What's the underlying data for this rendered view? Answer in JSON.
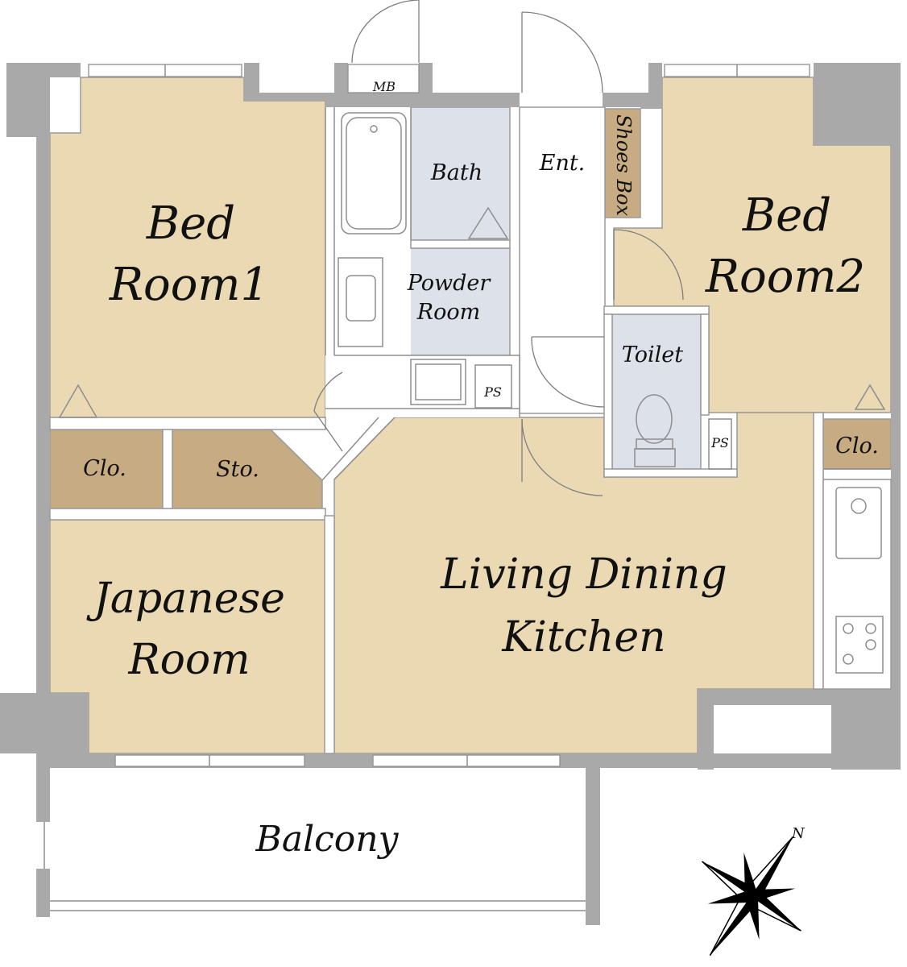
{
  "rooms": {
    "bedroom1": {
      "line1": "Bed",
      "line2": "Room1"
    },
    "bedroom2": {
      "line1": "Bed",
      "line2": "Room2"
    },
    "japanese": {
      "line1": "Japanese",
      "line2": "Room"
    },
    "ldk": {
      "line1": "Living Dining",
      "line2": "Kitchen"
    },
    "bath": "Bath",
    "powder": {
      "line1": "Powder",
      "line2": "Room"
    },
    "entrance": "Ent.",
    "shoes_box": "Shoes Box",
    "toilet": "Toilet",
    "closet_left": "Clo.",
    "closet_right": "Clo.",
    "storage": "Sto.",
    "ps_left": "PS",
    "ps_right": "PS",
    "mb": "MB",
    "balcony": "Balcony"
  },
  "compass": {
    "north_label": "N"
  },
  "colors": {
    "floor": "#ead9b3",
    "tile": "#dde1ea",
    "wood": "#c7ab82",
    "wall": "#a9a9a9"
  }
}
